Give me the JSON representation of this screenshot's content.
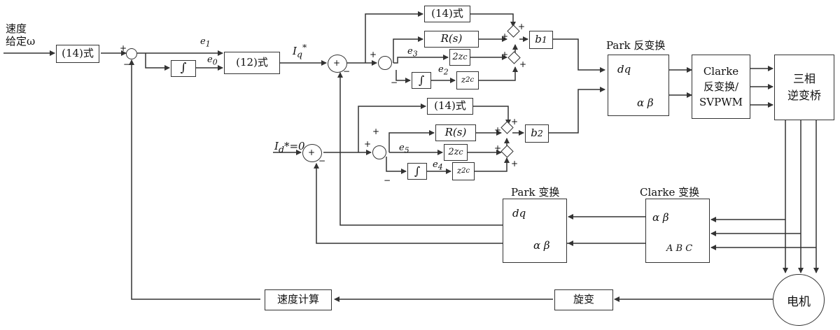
{
  "inputs": {
    "speed_ref_line1": "速度",
    "speed_ref_line2": "给定ω",
    "id_ref": "I",
    "id_ref_sub": "d",
    "id_ref_val": "*=0",
    "iq_ref": "I",
    "iq_ref_sub": "q",
    "iq_ref_sup": "*"
  },
  "blocks": {
    "eq14_speed": "(14)式",
    "eq12": "(12)式",
    "integrator": "∫",
    "eq14_q": "(14)式",
    "Rs_q": "R(s)",
    "twoz_q": "2z",
    "twoz_q_sub": "c",
    "int_q": "∫",
    "z2_q": "z",
    "z2_q_sup": "2",
    "z2_q_sub": "c",
    "b1": "b",
    "b1_sub": "1",
    "eq14_d": "(14)式",
    "Rs_d": "R(s)",
    "twoz_d": "2z",
    "twoz_d_sub": "c",
    "int_d": "∫",
    "z2_d": "z",
    "z2_d_sup": "2",
    "z2_d_sub": "c",
    "b2": "b",
    "b2_sub": "2",
    "inv_park_title": "Park 反变换",
    "inv_park_top": "dq",
    "inv_park_bottom": "α β",
    "clarke_inv_line1": "Clarke",
    "clarke_inv_line2": "反变换/",
    "clarke_inv_line3": "SVPWM",
    "inverter_line1": "三相",
    "inverter_line2": "逆变桥",
    "park_title": "Park 变换",
    "park_top": "dq",
    "park_bottom": "α β",
    "clarke_title": "Clarke 变换",
    "clarke_top": "α β",
    "clarke_bottom": "A B C",
    "speed_calc": "速度计算",
    "resolver": "旋变",
    "motor": "电机"
  },
  "signals": {
    "e1": "e",
    "e1_sub": "1",
    "e0": "e",
    "e0_sub": "0",
    "e3": "e",
    "e3_sub": "3",
    "e2": "e",
    "e2_sub": "2",
    "e5": "e",
    "e5_sub": "5",
    "e4": "e",
    "e4_sub": "4"
  },
  "signs": {
    "plus": "+",
    "minus": "−"
  }
}
